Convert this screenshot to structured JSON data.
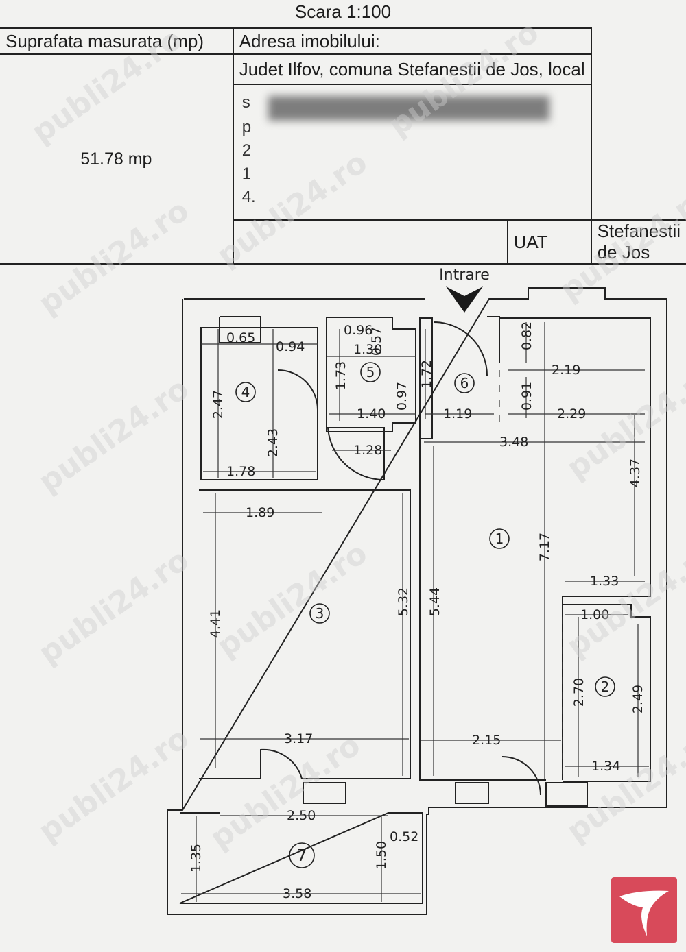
{
  "scale": "Scara 1:100",
  "header": {
    "area_label": "Suprafata masurata (mp)",
    "area_value": "51.78 mp",
    "address_label": "Adresa imobilului:",
    "address_line": "Judet Ilfov, comuna Stefanestii de Jos, local",
    "redacted_fragments": [
      "s",
      "p",
      "2",
      "1",
      "4."
    ],
    "uat_label": "UAT",
    "uat_value": "Stefanestii de Jos"
  },
  "plan": {
    "entrance_label": "Intrare",
    "rooms": [
      "1",
      "2",
      "3",
      "4",
      "5",
      "6",
      "7"
    ],
    "dimensions": [
      "0.65",
      "0.94",
      "0.96",
      "1.30",
      "0.57",
      "1.73",
      "1.72",
      "0.82",
      "2.19",
      "2.47",
      "2.43",
      "1.40",
      "0.97",
      "1.19",
      "0.91",
      "2.29",
      "1.28",
      "3.48",
      "1.78",
      "4.37",
      "1.89",
      "7.17",
      "1.33",
      "4.41",
      "5.32",
      "5.44",
      "1.00",
      "2.70",
      "2.49",
      "3.17",
      "2.15",
      "1.34",
      "2.50",
      "0.52",
      "1.35",
      "1.50",
      "3.58"
    ]
  },
  "watermark": "publi24.ro",
  "colors": {
    "logo": "#d84a5a",
    "line": "#222222"
  }
}
